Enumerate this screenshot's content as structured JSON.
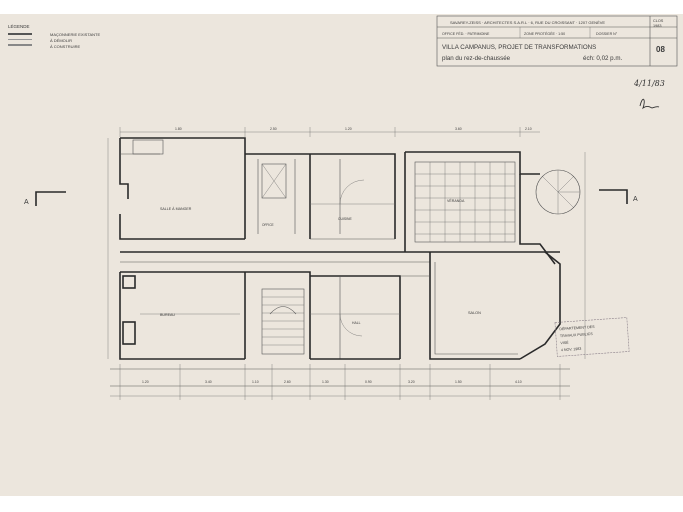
{
  "title_block": {
    "row1": "SAVAREY-ZEISS · ARCHITECTES S.A.R.L · 6, RUE DU CROISSANT · 1207 GENÈVE",
    "row2_left": "OFFICE FÉD. · PATRIMOINE",
    "row2_mid": "ZONE PROTÉGÉE · 1:50",
    "row2_right": "DOSSIER N°",
    "project": "VILLA CAMPANUS,   PROJET DE TRANSFORMATIONS",
    "subtitle": "plan du rez-de-chaussée",
    "scale": "éch: 0,02 p.m.",
    "sheet_number": "08",
    "corner_top": "CLOS",
    "corner_bottom": "1983",
    "handwritten_date": "4/11/83"
  },
  "legend": {
    "heading": "LÉGENDE",
    "items": [
      "MAÇONNERIE EXISTANTE",
      "À DÉMOLIR",
      "À CONSTRUIRE"
    ]
  },
  "section_marks": {
    "left": "A",
    "right": "A"
  },
  "rooms": {
    "r1": "SALLE À MANGER",
    "r2": "OFFICE",
    "r3": "CUISINE",
    "r4": "VÉRANDA",
    "r5": "BUREAU",
    "r6": "HALL",
    "r7": "SALON"
  },
  "stamp": {
    "line1": "DÉPARTEMENT DES",
    "line2": "TRAVAUX PUBLICS",
    "line3": "VISÉ",
    "line4": "4 NOV. 1983"
  },
  "dims_bottom": [
    "1.20",
    "3.40",
    "1.10",
    "2.60",
    "1.30",
    "0.90",
    "3.20",
    "1.50",
    "4.10"
  ],
  "dims_top": [
    "1.80",
    "2.50",
    "1.20",
    "3.60",
    "2.10"
  ]
}
